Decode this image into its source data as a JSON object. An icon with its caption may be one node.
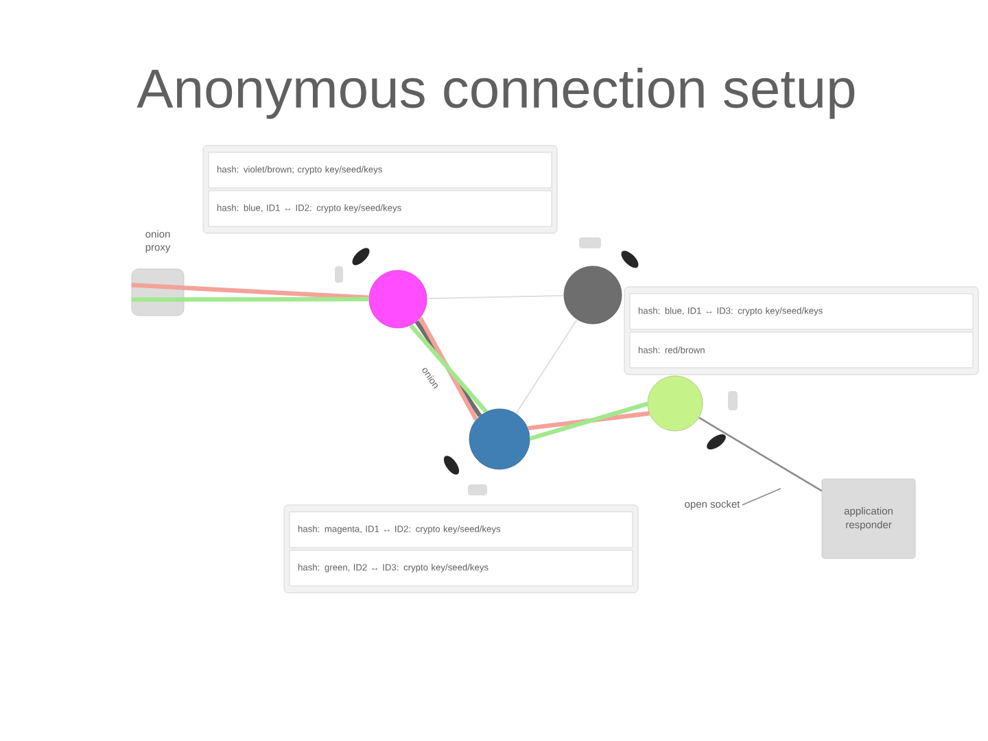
{
  "diagram": {
    "title": "Anonymous connection setup",
    "nodes": [
      {
        "text": [
          "onion proxy"
        ]
      },
      {
        "text": [],
        "shape": "circle"
      },
      {
        "text": [],
        "shape": "circle"
      },
      {
        "text": [],
        "shape": "circle"
      },
      {
        "text": [],
        "shape": "circle"
      },
      {
        "text": [
          "application responder"
        ]
      },
      {
        "text": [
          "hash: violet/brown; crypto key/seed/keys",
          "hash: blue, ID1 ↔ ID2: crypto key/seed/keys"
        ]
      },
      {
        "text": [
          "hash: blue, ID1 ↔ ID3: crypto key/seed/keys",
          "hash: red/brown"
        ]
      },
      {
        "text": [
          "hash: magenta, ID1 ↔ ID2: crypto key/seed/keys",
          "hash: green, ID2 ↔ ID3: crypto key/seed/keys"
        ]
      },
      {
        "text": [
          "open socket"
        ]
      }
    ],
    "edges": [
      {
        "from": 1,
        "to": 2,
        "arrow": "none",
        "color": "#dcdcdc"
      },
      {
        "from": 2,
        "to": 3,
        "arrow": "none",
        "color": "#dcdcdc"
      },
      {
        "from": 1,
        "to": 3,
        "arrow": "none",
        "color": "#6e6e6e",
        "label": "onion"
      },
      {
        "from": 0,
        "to": 1,
        "arrow": "none",
        "color": "#f4a29a"
      },
      {
        "from": 0,
        "to": 1,
        "arrow": "none",
        "color": "#a2e88e"
      },
      {
        "from": 1,
        "to": 3,
        "arrow": "none",
        "color": "#f4a29a"
      },
      {
        "from": 1,
        "to": 3,
        "arrow": "none",
        "color": "#a2e88e"
      },
      {
        "from": 3,
        "to": 4,
        "arrow": "none",
        "color": "#f4a29a"
      },
      {
        "from": 3,
        "to": 4,
        "arrow": "none",
        "color": "#a2e88e"
      },
      {
        "from": 4,
        "to": 5,
        "arrow": "none",
        "color": "#8c8c8c"
      },
      {
        "from": 9,
        "to": null,
        "arrow": "none",
        "color": "#8c8c8c"
      }
    ]
  }
}
